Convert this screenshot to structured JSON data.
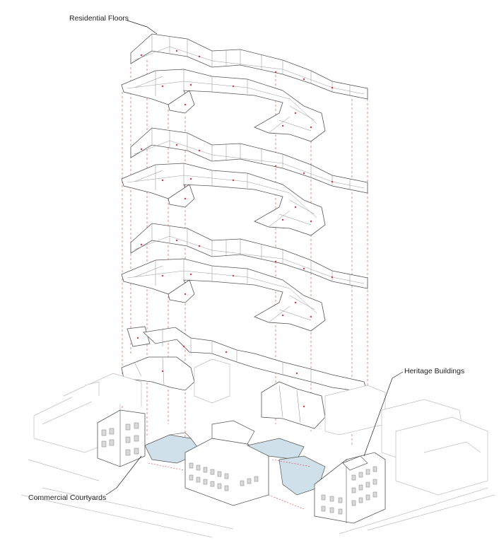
{
  "labels": {
    "residential": "Residential Floors",
    "heritage": "Heritage Buildings",
    "commercial": "Commercial Courtyards"
  },
  "colors": {
    "outline": "#555555",
    "context": "#bdbdbd",
    "accent": "#d63c3c",
    "glass": "#cfe0ea",
    "paper": "#ffffff"
  }
}
